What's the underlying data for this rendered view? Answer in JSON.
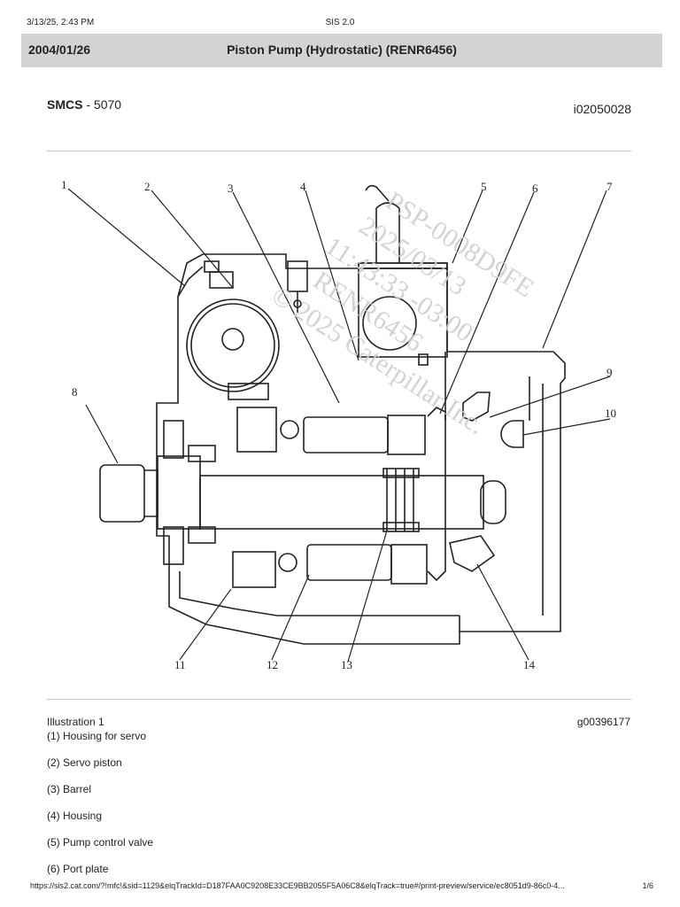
{
  "browser_header": {
    "datetime": "3/13/25, 2:43 PM",
    "app_title": "SIS 2.0"
  },
  "banner": {
    "date": "2004/01/26",
    "title": "Piston Pump (Hydrostatic) (RENR6456)"
  },
  "smcs": {
    "label": "SMCS",
    "separator": " - ",
    "code": "5070"
  },
  "doc_id": "i02050028",
  "figure": {
    "callouts": [
      "1",
      "2",
      "3",
      "4",
      "5",
      "6",
      "7",
      "8",
      "9",
      "10",
      "11",
      "12",
      "13",
      "14"
    ],
    "watermark_lines": [
      "PSP-0008D9FE",
      "2025/03/13",
      "11:43:33 -03:00",
      "RENR6456",
      "© 2025 Caterpillar Inc."
    ]
  },
  "caption": {
    "title": "Illustration 1",
    "graphic_id": "g00396177"
  },
  "legend": [
    "(1) Housing for servo",
    "(2) Servo piston",
    "(3) Barrel",
    "(4) Housing",
    "(5) Pump control valve",
    "(6) Port plate"
  ],
  "footer": {
    "url": "https://sis2.cat.com/?!mfc!&sid=1129&elqTrackId=D187FAA0C9208E33CE9BB2055F5A06C8&elqTrack=true#/print-preview/service/ec8051d9-86c0-4...",
    "page": "1/6"
  }
}
